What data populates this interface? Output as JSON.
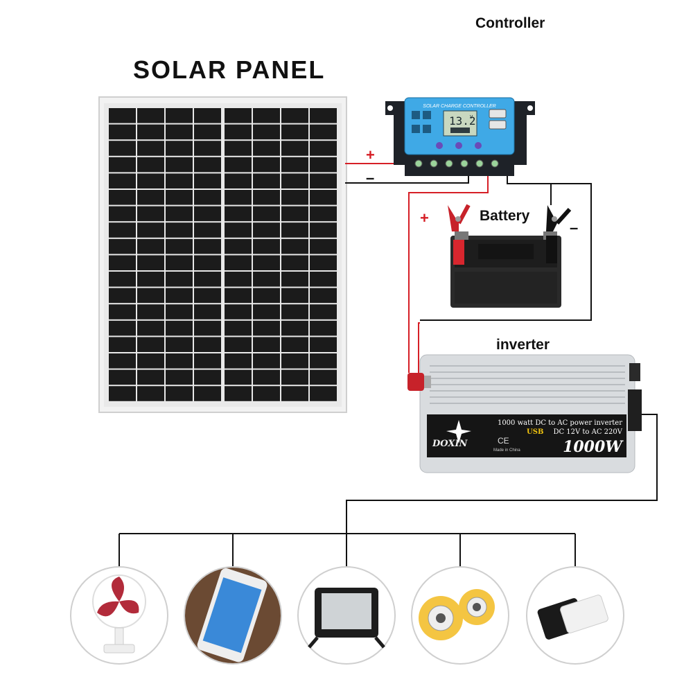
{
  "labels": {
    "solar_panel": "SOLAR PANEL",
    "controller": "Controller",
    "battery": "Battery",
    "inverter": "inverter"
  },
  "signs": {
    "plus": "+",
    "minus": "–"
  },
  "controller_device": {
    "header": "SOLAR CHARGE CONTROLLER",
    "display_value": "13.2",
    "display_unit": "V"
  },
  "inverter_device": {
    "line1": "1000 watt DC to AC power inverter",
    "usb": "USB",
    "line2": "DC 12V to AC 220V",
    "power": "1000W",
    "brand": "DOXIN",
    "ce": "CE",
    "made_in": "Made in China"
  },
  "colors": {
    "positive_wire": "#d61f26",
    "negative_wire": "#111111",
    "controller_body": "#1e2228",
    "controller_face": "#3fa9e6",
    "panel_cell": "#1b1b1b",
    "inverter_body": "#d9dcdf"
  },
  "devices": [
    {
      "name": "desk-fan-icon"
    },
    {
      "name": "smartphone-icon"
    },
    {
      "name": "floodlight-icon"
    },
    {
      "name": "speakers-icon"
    },
    {
      "name": "power-bank-icon"
    }
  ]
}
